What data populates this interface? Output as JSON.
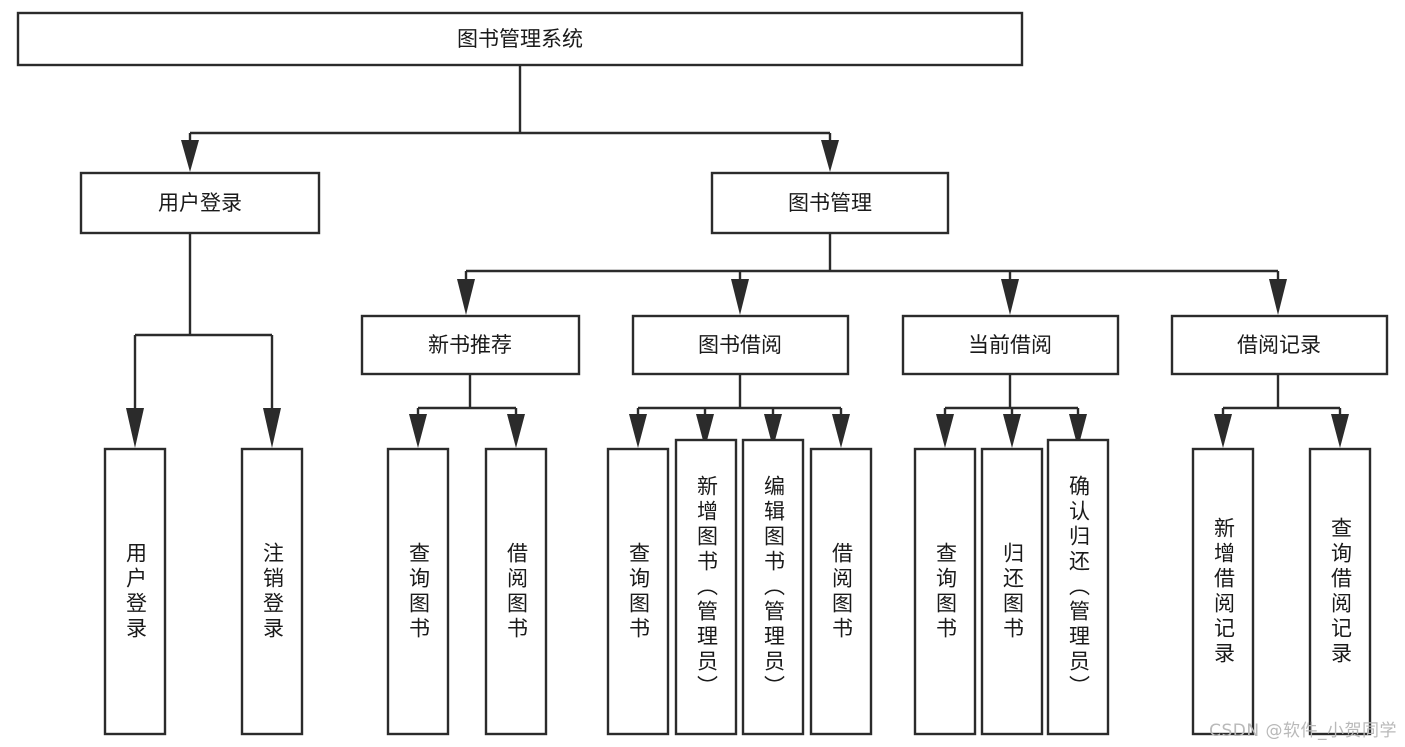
{
  "diagram": {
    "type": "tree-hierarchy",
    "title": "图书管理系统",
    "orientation": "top-down",
    "colors": {
      "box_stroke": "#2b2b2b",
      "box_fill": "#ffffff",
      "connector": "#2b2b2b",
      "text": "#1a1a1a",
      "background": "#ffffff",
      "watermark": "#b9b9b9"
    },
    "root": {
      "label": "图书管理系统"
    },
    "level2": [
      {
        "label": "用户登录"
      },
      {
        "label": "图书管理"
      }
    ],
    "level3": [
      {
        "label": "新书推荐"
      },
      {
        "label": "图书借阅"
      },
      {
        "label": "当前借阅"
      },
      {
        "label": "借阅记录"
      }
    ],
    "leaves": {
      "user_login": [
        {
          "label": "用户登录"
        },
        {
          "label": "注销登录"
        }
      ],
      "new_book_recommend": [
        {
          "label": "查询图书"
        },
        {
          "label": "借阅图书"
        }
      ],
      "book_borrow": [
        {
          "label": "查询图书"
        },
        {
          "label": "新增图书（管理员）"
        },
        {
          "label": "编辑图书（管理员）"
        },
        {
          "label": "借阅图书"
        }
      ],
      "current_borrow": [
        {
          "label": "查询图书"
        },
        {
          "label": "归还图书"
        },
        {
          "label": "确认归还（管理员）"
        }
      ],
      "borrow_record": [
        {
          "label": "新增借阅记录"
        },
        {
          "label": "查询借阅记录"
        }
      ]
    }
  },
  "watermark": {
    "text": "CSDN @软件_小贺同学"
  }
}
